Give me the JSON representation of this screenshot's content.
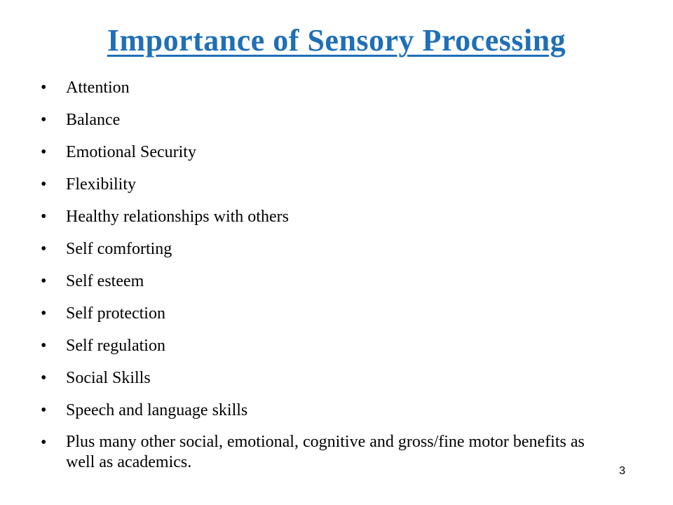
{
  "slide": {
    "title": "Importance of Sensory Processing",
    "title_color": "#1f6fb8",
    "bullets": [
      "Attention",
      "Balance",
      "Emotional Security",
      "Flexibility",
      "Healthy relationships with others",
      "Self comforting",
      "Self esteem",
      "Self protection",
      "Self regulation",
      "Social Skills",
      "Speech and language skills",
      "Plus many other social, emotional, cognitive and gross/fine motor benefits as well as academics."
    ],
    "bullet_symbol": "•",
    "page_number": "3"
  }
}
